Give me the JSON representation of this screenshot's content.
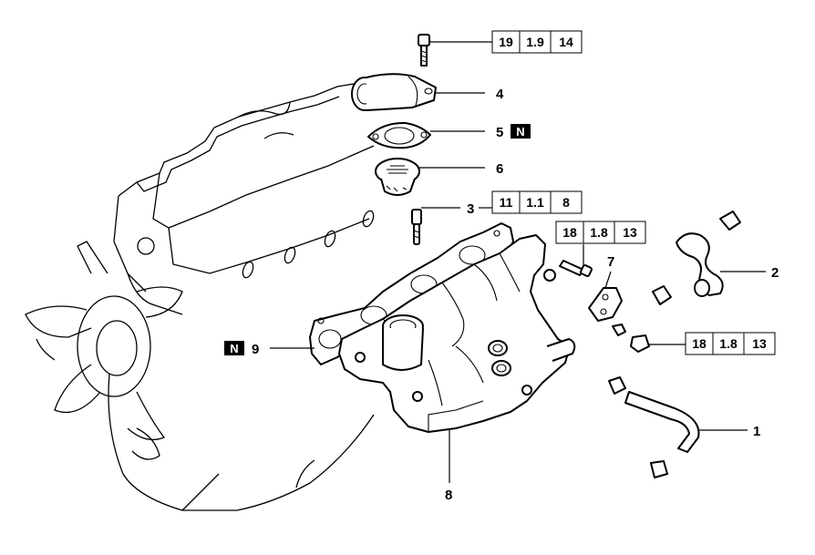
{
  "callouts": {
    "c1": "1",
    "c2": "2",
    "c3": "3",
    "c4": "4",
    "c5": "5",
    "c6": "6",
    "c7": "7",
    "c8": "8",
    "c9": "9"
  },
  "badges": {
    "new_part_5": "N",
    "new_part_9": "N"
  },
  "torque_specs": [
    {
      "nm": "19",
      "kgm": "1.9",
      "ftlb": "14"
    },
    {
      "nm": "11",
      "kgm": "1.1",
      "ftlb": "8"
    },
    {
      "nm": "18",
      "kgm": "1.8",
      "ftlb": "13"
    },
    {
      "nm": "18",
      "kgm": "1.8",
      "ftlb": "13"
    }
  ]
}
